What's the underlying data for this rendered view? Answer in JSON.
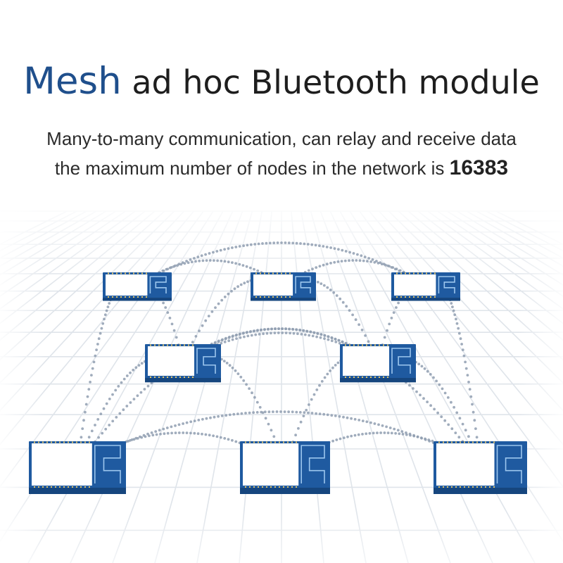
{
  "headline": {
    "accent": "Mesh",
    "rest": "ad hoc Bluetooth module"
  },
  "subtitle": {
    "line1": "Many-to-many communication, can relay and receive data",
    "line2_prefix": "the maximum number of nodes in the network is",
    "line2_number": "16383"
  },
  "colors": {
    "accent": "#1f4f8c",
    "module_blue": "#1f5aa0",
    "grid": "#dfe4ea",
    "dots": "#8f9db0"
  },
  "diagram": {
    "grid": true,
    "node_icon": "bluetooth-module-icon",
    "node_count": 8
  }
}
